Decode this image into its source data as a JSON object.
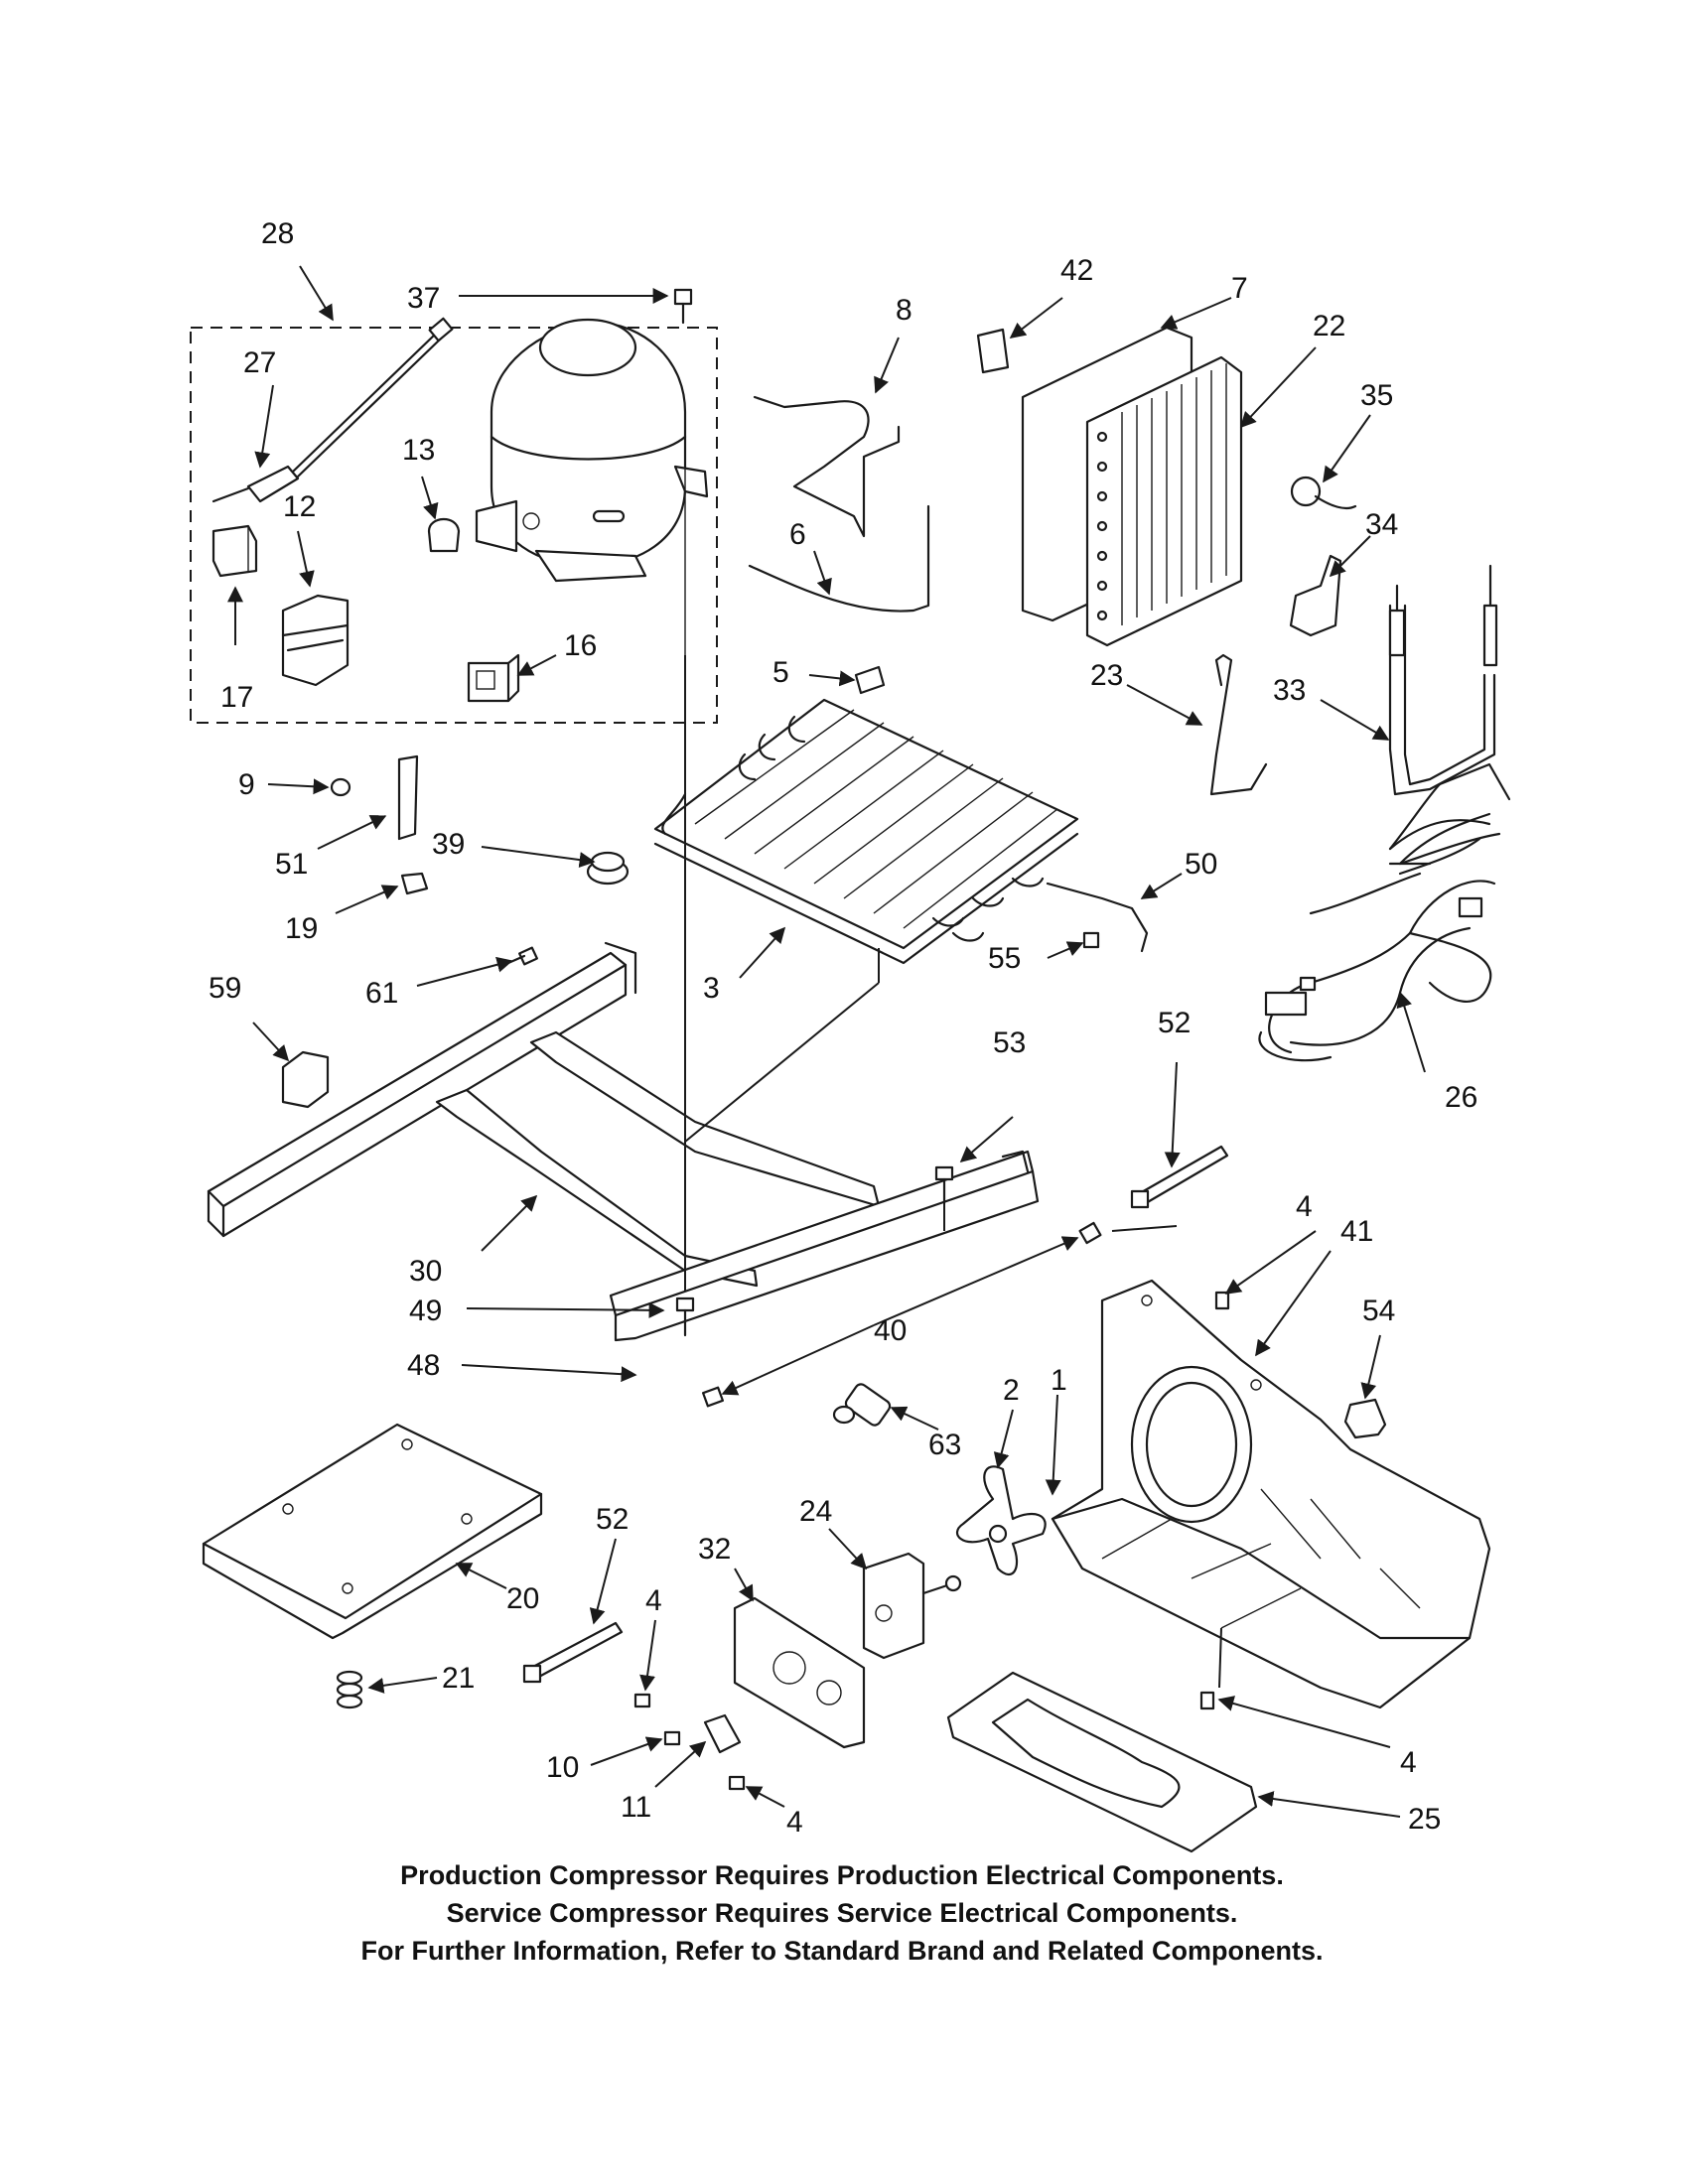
{
  "callouts": {
    "c1": "1",
    "c2": "2",
    "c3": "3",
    "c4a": "4",
    "c4b": "4",
    "c4c": "4",
    "c4d": "4",
    "c5": "5",
    "c6": "6",
    "c7": "7",
    "c8": "8",
    "c9": "9",
    "c10": "10",
    "c11": "11",
    "c12": "12",
    "c13": "13",
    "c16": "16",
    "c17": "17",
    "c19": "19",
    "c20": "20",
    "c21": "21",
    "c22": "22",
    "c23": "23",
    "c24": "24",
    "c25": "25",
    "c26": "26",
    "c27": "27",
    "c28": "28",
    "c30": "30",
    "c32": "32",
    "c33": "33",
    "c34": "34",
    "c35": "35",
    "c37": "37",
    "c39": "39",
    "c40": "40",
    "c41": "41",
    "c42": "42",
    "c48": "48",
    "c49": "49",
    "c50": "50",
    "c51": "51",
    "c52a": "52",
    "c52b": "52",
    "c53": "53",
    "c54": "54",
    "c55": "55",
    "c59": "59",
    "c61": "61",
    "c63": "63"
  },
  "notes": {
    "line1": "Production Compressor Requires Production Electrical Components.",
    "line2": "Service Compressor Requires Service Electrical Components.",
    "line3": "For Further Information, Refer to Standard Brand and Related Components."
  }
}
